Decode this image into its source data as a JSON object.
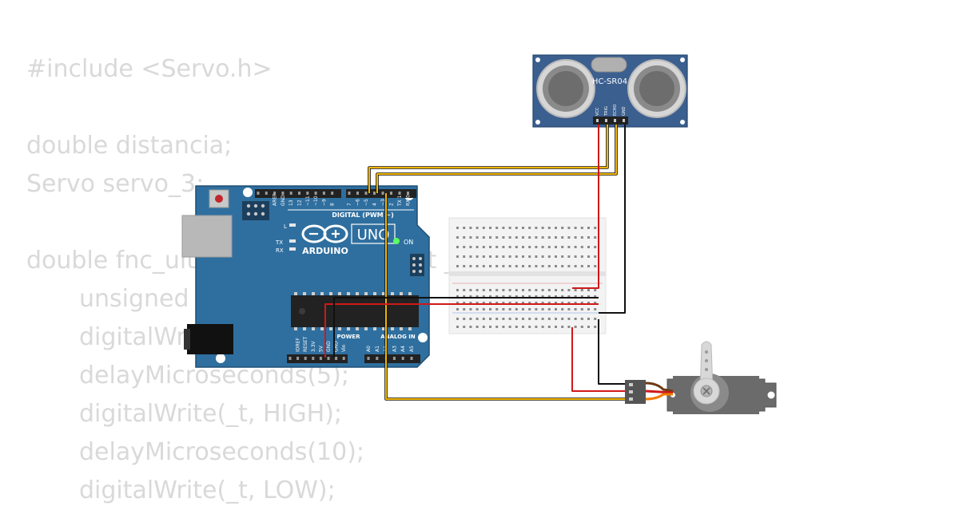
{
  "code_lines": [
    {
      "text": "#include <Servo.h>",
      "indent": false
    },
    {
      "text": "",
      "indent": false
    },
    {
      "text": "double distancia;",
      "indent": false
    },
    {
      "text": "Servo servo_3;",
      "indent": false
    },
    {
      "text": "",
      "indent": false
    },
    {
      "text": "double fnc_ultrasonic_distance(int _t, int _e){",
      "indent": false
    },
    {
      "text": "unsigned long dur=0;",
      "indent": true
    },
    {
      "text": "digitalWrite(_t, LOW);",
      "indent": true
    },
    {
      "text": "delayMicroseconds(5);",
      "indent": true
    },
    {
      "text": "digitalWrite(_t, HIGH);",
      "indent": true
    },
    {
      "text": "delayMicroseconds(10);",
      "indent": true
    },
    {
      "text": "digitalWrite(_t, LOW);",
      "indent": true
    }
  ],
  "sensor": {
    "model": "HC-SR04",
    "pins": [
      "VCC",
      "TRIG",
      "ECHO",
      "GND"
    ]
  },
  "arduino": {
    "logo_text": "ARDUINO",
    "model": "UNO",
    "digital_header": "DIGITAL (PWM ~)",
    "power_header": "POWER",
    "analog_header": "ANALOG IN",
    "on_label": "ON",
    "led_labels": [
      "L",
      "TX",
      "RX"
    ],
    "top_pin_labels": [
      "AREF",
      "GND",
      "13",
      "12",
      "~11",
      "~10",
      "~9",
      "8",
      "7",
      "~6",
      "~5",
      "4",
      "~3",
      "2",
      "TX 1",
      "RX 0"
    ],
    "bottom_pin_labels": [
      "IOREF",
      "RESET",
      "3.3V",
      "5V",
      "GND",
      "GND",
      "Vin",
      "A0",
      "A1",
      "A2",
      "A3",
      "A4",
      "A5"
    ]
  },
  "colors": {
    "board": "#2f6f9f",
    "wire_signal": "#f0b400",
    "wire_power": "#d01818",
    "wire_ground": "#111111",
    "code_text": "#d9d9d9"
  }
}
